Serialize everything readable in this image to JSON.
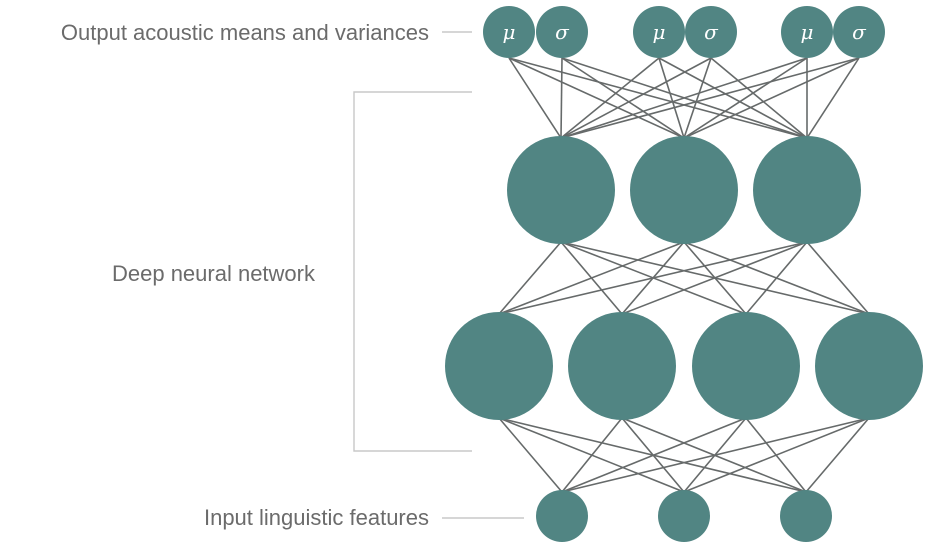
{
  "labels": {
    "output": "Output acoustic means and variances",
    "network": "Deep neural network",
    "input": "Input linguistic features"
  },
  "output_nodes": [
    "μ",
    "σ",
    "μ",
    "σ",
    "μ",
    "σ"
  ],
  "colors": {
    "node": "#518583",
    "edge": "#666a6a",
    "guide": "#c8c8c8",
    "label": "#6b6b6b"
  }
}
